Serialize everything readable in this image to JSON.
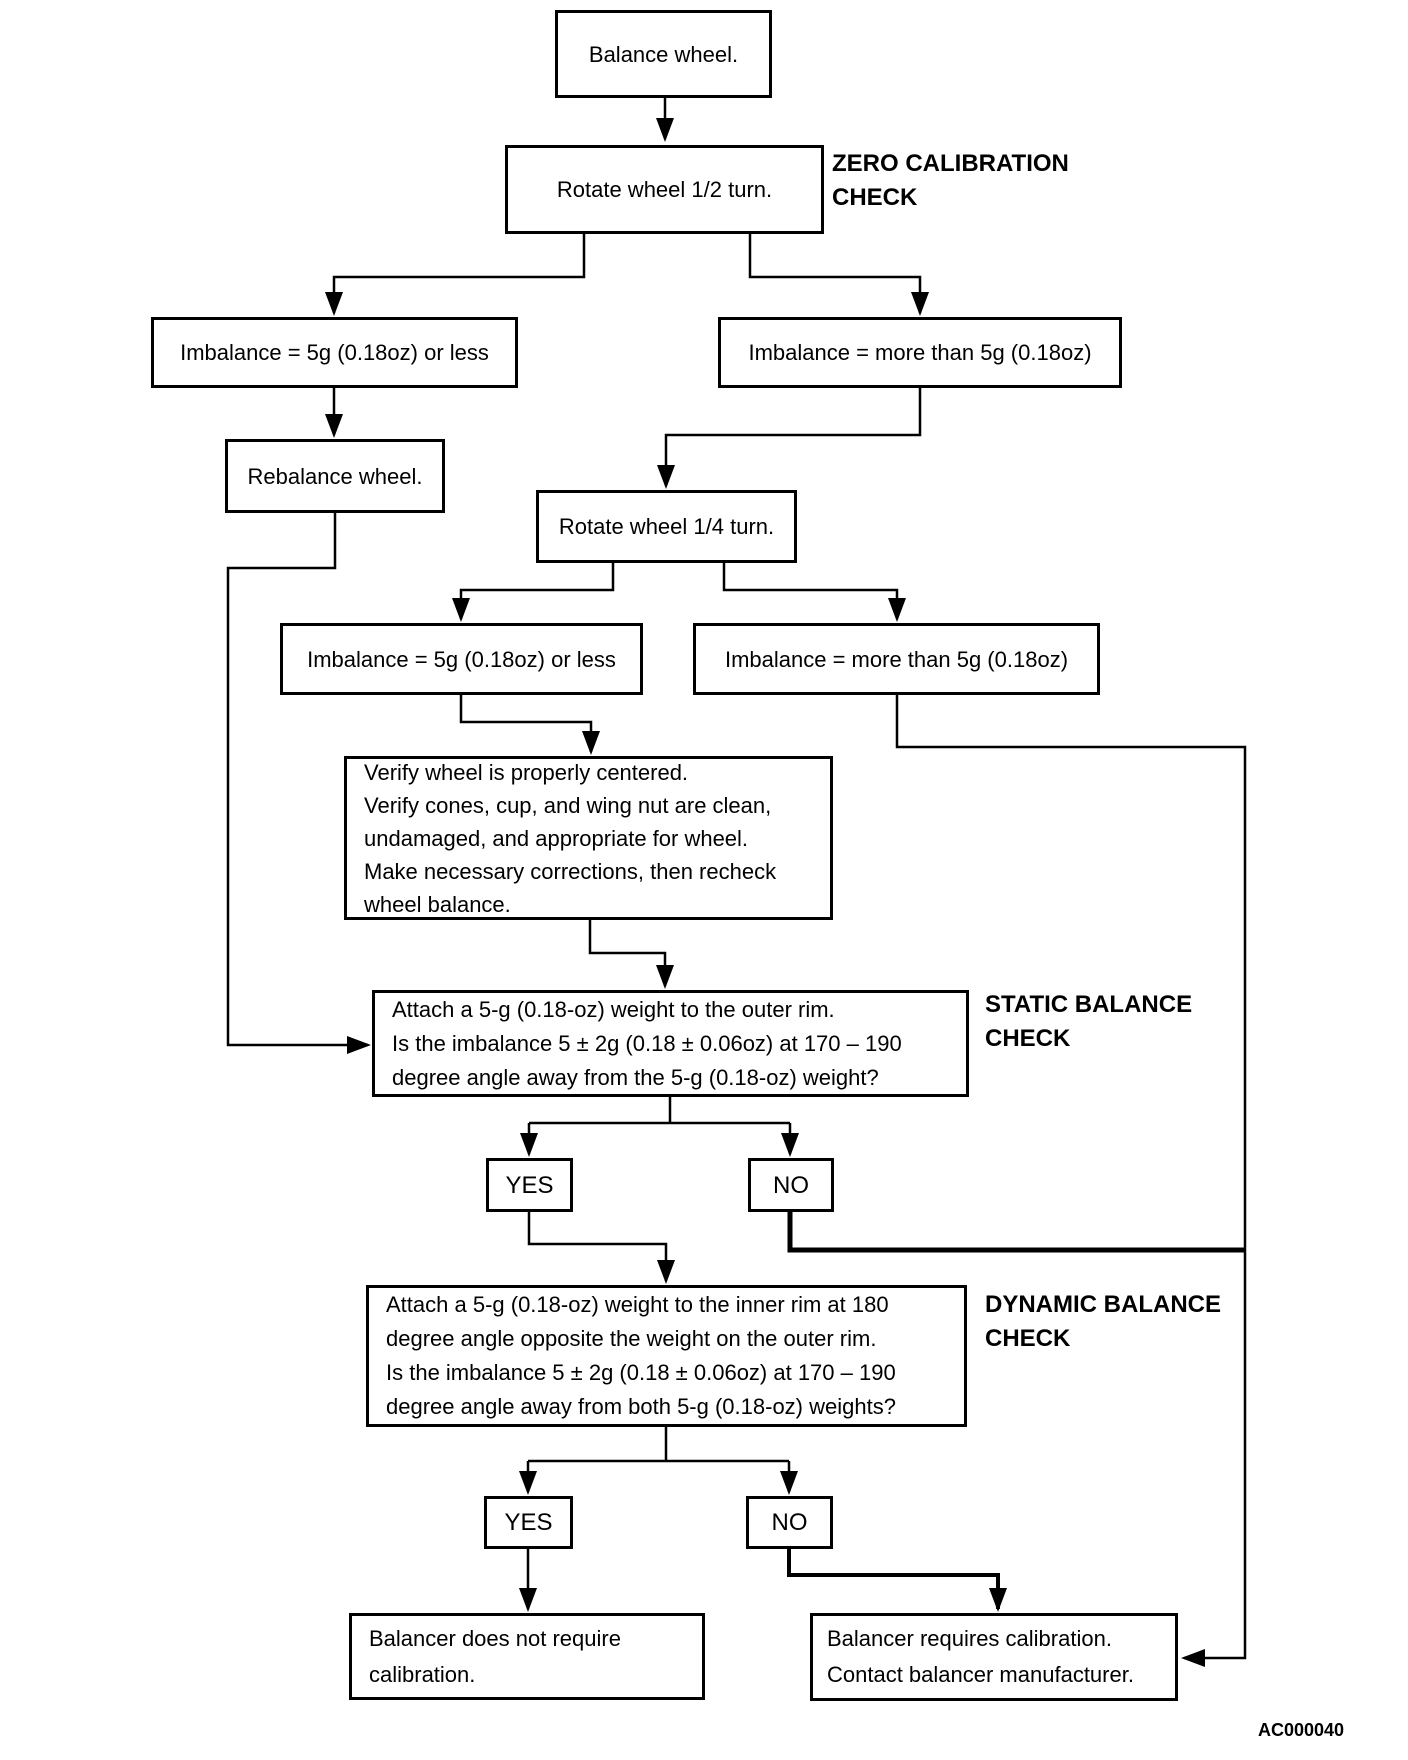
{
  "diagram": {
    "title_code": "AC000040",
    "colors": {
      "ink": "#000000",
      "paper": "#ffffff"
    },
    "nodes": {
      "balance": {
        "lines": [
          "Balance wheel."
        ]
      },
      "rotate_half": {
        "lines": [
          "Rotate wheel 1/2 turn."
        ]
      },
      "imb_less_1": {
        "lines": [
          "Imbalance = 5g (0.18oz) or less"
        ]
      },
      "imb_more_1": {
        "lines": [
          "Imbalance = more than 5g (0.18oz)"
        ]
      },
      "rebalance": {
        "lines": [
          "Rebalance wheel."
        ]
      },
      "rotate_quarter": {
        "lines": [
          "Rotate wheel 1/4 turn."
        ]
      },
      "imb_less_2": {
        "lines": [
          "Imbalance = 5g (0.18oz) or less"
        ]
      },
      "imb_more_2": {
        "lines": [
          "Imbalance = more than 5g (0.18oz)"
        ]
      },
      "verify": {
        "lines": [
          "Verify wheel is properly centered.",
          "Verify cones, cup, and wing nut are clean,",
          "undamaged, and appropriate for wheel.",
          "Make necessary corrections, then recheck",
          "wheel balance."
        ]
      },
      "static_check": {
        "lines": [
          "Attach a 5-g (0.18-oz) weight to the outer rim.",
          "Is the imbalance 5 ± 2g (0.18 ± 0.06oz) at 170 – 190",
          "degree angle away from the 5-g (0.18-oz) weight?"
        ]
      },
      "yes1": {
        "lines": [
          "YES"
        ]
      },
      "no1": {
        "lines": [
          "NO"
        ]
      },
      "dynamic_check": {
        "lines": [
          "Attach a 5-g (0.18-oz) weight to the inner rim at 180",
          "degree angle opposite the weight on the outer rim.",
          "Is the imbalance 5 ± 2g (0.18 ± 0.06oz) at 170 – 190",
          "degree angle away from both 5-g (0.18-oz) weights?"
        ]
      },
      "yes2": {
        "lines": [
          "YES"
        ]
      },
      "no2": {
        "lines": [
          "NO"
        ]
      },
      "no_calibration": {
        "lines": [
          "Balancer does not require",
          "calibration."
        ]
      },
      "requires_calibration": {
        "lines": [
          "Balancer requires calibration.",
          "Contact balancer manufacturer."
        ]
      }
    },
    "section_labels": {
      "zero": {
        "lines": [
          "ZERO CALIBRATION",
          "CHECK"
        ]
      },
      "static": {
        "lines": [
          "STATIC BALANCE",
          "CHECK"
        ]
      },
      "dynamic": {
        "lines": [
          "DYNAMIC BALANCE",
          "CHECK"
        ]
      }
    }
  }
}
